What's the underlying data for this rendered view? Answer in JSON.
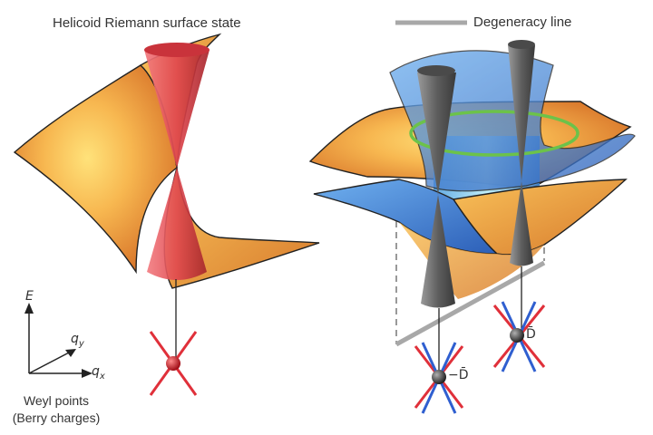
{
  "left_panel": {
    "title": "Helicoid Riemann surface state"
  },
  "right_panel": {
    "legend_label": "Degeneracy line",
    "point_label_neg": "−D̄",
    "point_label_pos": "D̄"
  },
  "axes": {
    "e_label": "E",
    "qy_label": "q",
    "qy_sub": "y",
    "qx_label": "q",
    "qx_sub": "x"
  },
  "caption": {
    "line1": "Weyl points",
    "line2": "(Berry charges)"
  },
  "colors": {
    "orange": "#f2a24a",
    "blue": "#3f7fd0",
    "cyan": "#8fd3ea",
    "red_cone": "#e0474e",
    "grey_cone": "#6a6a6a",
    "green_ring": "#6cc24a",
    "cross_red": "#e0303a",
    "cross_blue": "#2f5fd0"
  }
}
